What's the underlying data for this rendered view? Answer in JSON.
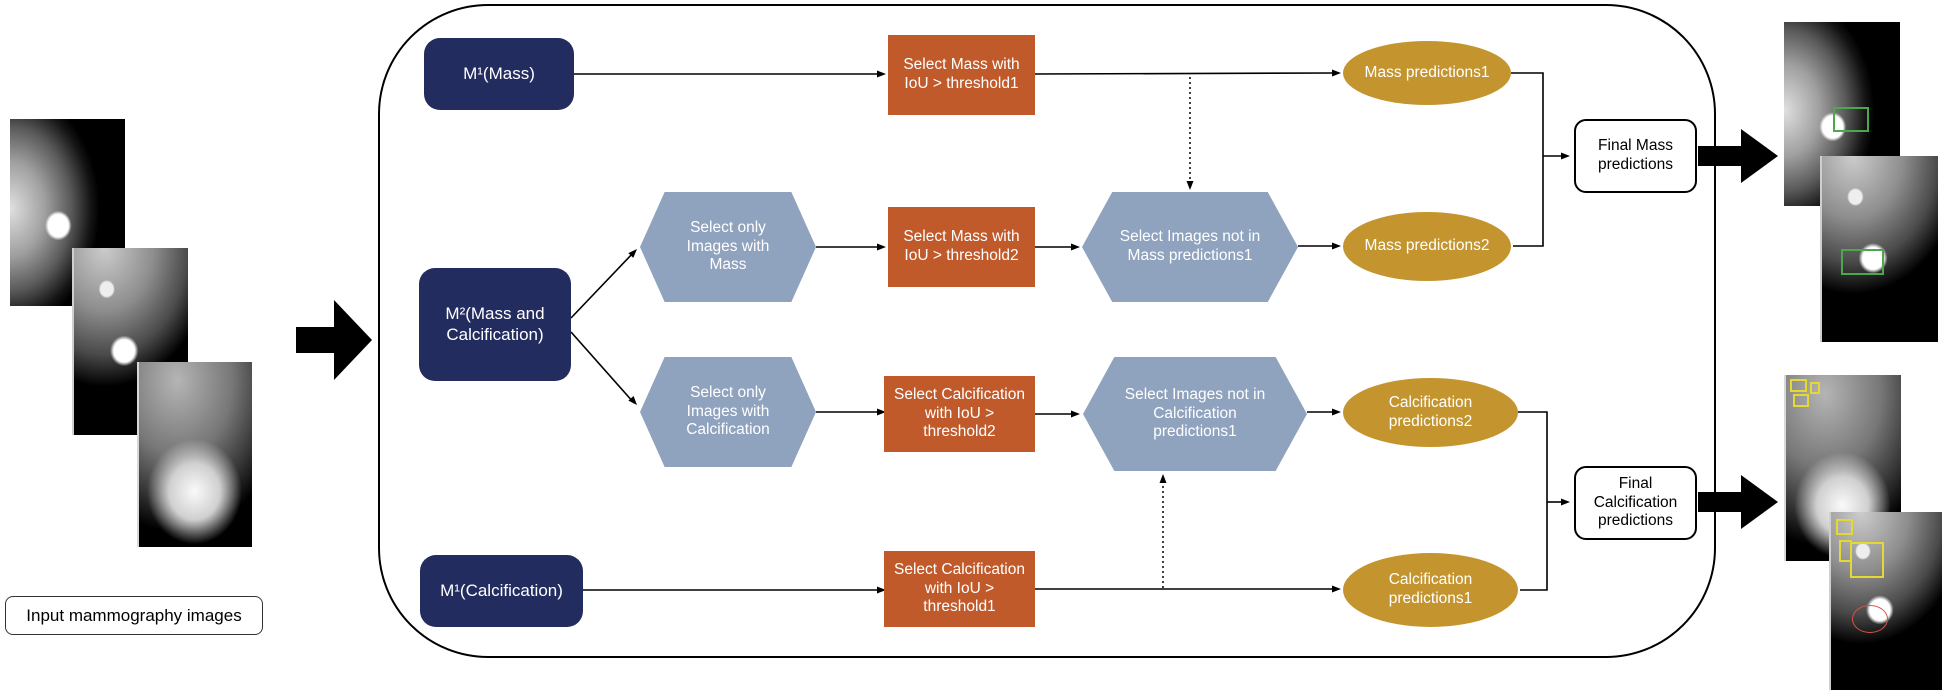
{
  "colors": {
    "navy": "#232C5F",
    "orange": "#C05A2B",
    "slate": "#8FA2BE",
    "gold": "#C4952F",
    "ink": "#000000",
    "bbox-mass": "#4CA84C",
    "bbox-calc": "#E6D832",
    "lesion": "#D4544A"
  },
  "input": {
    "label": "Input mammography images"
  },
  "nodes": {
    "model_mass": "M¹(Mass)",
    "model_mass_calc": "M²(Mass and Calcification)",
    "model_calc": "M¹(Calcification)",
    "select_images_mass": "Select only Images with Mass",
    "select_images_calc": "Select only Images with Calcification",
    "select_mass_t1": "Select Mass with IoU > threshold1",
    "select_mass_t2": "Select Mass with IoU > threshold2",
    "select_calc_t2": "Select Calcification with IoU > threshold2",
    "select_calc_t1": "Select Calcification with IoU > threshold1",
    "not_in_mass_pred1": "Select Images not in Mass predictions1",
    "not_in_calc_pred1": "Select Images not in Calcification predictions1",
    "mass_pred1": "Mass predictions1",
    "mass_pred2": "Mass predictions2",
    "calc_pred2": "Calcification predictions2",
    "calc_pred1": "Calcification predictions1",
    "final_mass": "Final Mass predictions",
    "final_calc": "Final Calcification predictions"
  }
}
